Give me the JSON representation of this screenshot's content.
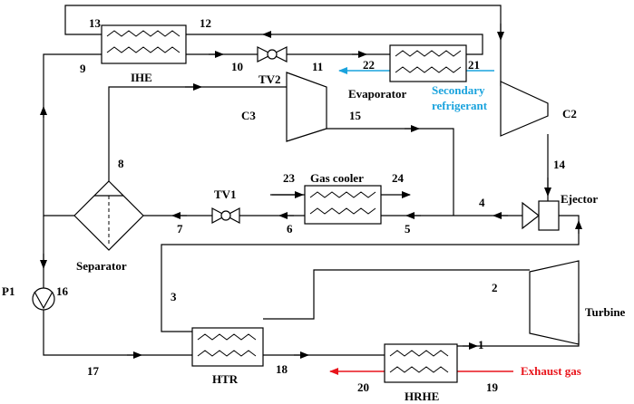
{
  "components": {
    "ihe": "IHE",
    "tv2": "TV2",
    "evaporator": "Evaporator",
    "c3": "C3",
    "c2": "C2",
    "gas_cooler": "Gas cooler",
    "tv1": "TV1",
    "ejector": "Ejector",
    "separator": "Separator",
    "p1": "P1",
    "htr": "HTR",
    "hrhe": "HRHE",
    "turbine": "Turbine"
  },
  "streams": {
    "s1": "1",
    "s2": "2",
    "s3": "3",
    "s4": "4",
    "s5": "5",
    "s6": "6",
    "s7": "7",
    "s8": "8",
    "s9": "9",
    "s10": "10",
    "s11": "11",
    "s12": "12",
    "s13": "13",
    "s14": "14",
    "s15": "15",
    "s16": "16",
    "s17": "17",
    "s18": "18",
    "s19": "19",
    "s20": "20",
    "s21": "21",
    "s22": "22",
    "s23": "23",
    "s24": "24"
  },
  "external": {
    "secondary_line1": "Secondary",
    "secondary_line2": "refrigerant",
    "exhaust": "Exhaust gas"
  },
  "colors": {
    "secondary": "#1aa3dd",
    "exhaust": "#e8141b"
  }
}
